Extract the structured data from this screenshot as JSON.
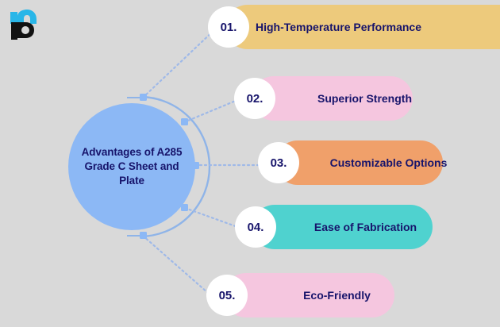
{
  "background_color": "#d9d9d9",
  "logo": {
    "name": "brand-logo",
    "mark_color": "#29b6e8",
    "letter_color": "#111111"
  },
  "hub": {
    "title": "Advantages of A285 Grade C Sheet and Plate",
    "fill_color": "#8cb8f5",
    "text_color": "#17146b",
    "arc_color": "#8fb4e8"
  },
  "connector": {
    "color": "#9fb9e8",
    "style": "dotted",
    "node_color": "#8cb8f5"
  },
  "items": [
    {
      "number": "01.",
      "label": "High-Temperature Performance",
      "color": "#edca7c",
      "badge_bg": "#ffffff",
      "text_color": "#17146b"
    },
    {
      "number": "02.",
      "label": "Superior Strength",
      "color": "#f5c6df",
      "badge_bg": "#ffffff",
      "text_color": "#17146b"
    },
    {
      "number": "03.",
      "label": "Customizable Options",
      "color": "#f0a06a",
      "badge_bg": "#ffffff",
      "text_color": "#17146b"
    },
    {
      "number": "04.",
      "label": "Ease of Fabrication",
      "color": "#4fd2cf",
      "badge_bg": "#ffffff",
      "text_color": "#17146b"
    },
    {
      "number": "05.",
      "label": "Eco-Friendly",
      "color": "#f5c6df",
      "badge_bg": "#ffffff",
      "text_color": "#17146b"
    }
  ]
}
